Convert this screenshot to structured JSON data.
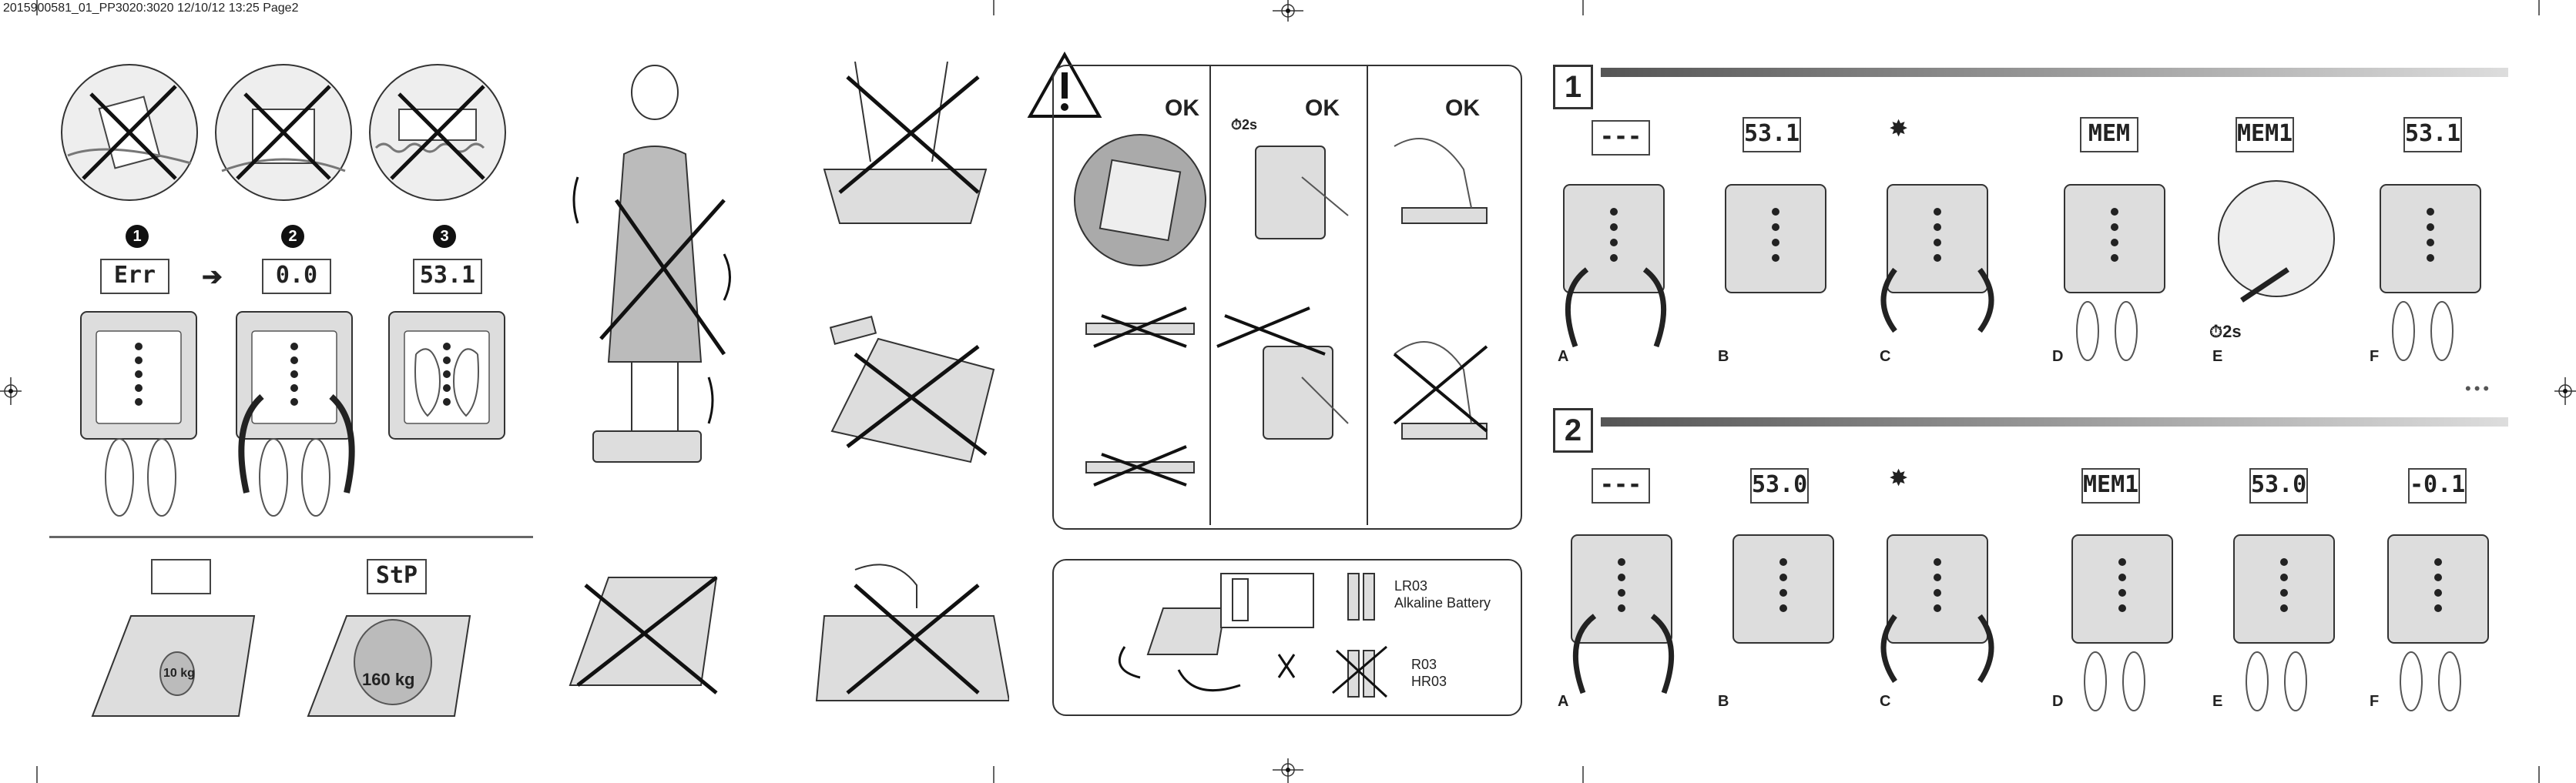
{
  "header": {
    "text": "2015900581_01_PP3020:3020  12/10/12  13:25  Page2"
  },
  "steps_left": {
    "n1": "1",
    "n2": "2",
    "n3": "3"
  },
  "displays_left": {
    "err": "Err",
    "zero": "0.0",
    "w531": "53.1"
  },
  "calib": {
    "blank": "",
    "stp": "StP",
    "w10": "10 kg",
    "w160": "160 kg"
  },
  "panel_ok": {
    "ok1": "OK",
    "ok2": "OK",
    "ok3": "OK",
    "timer": "2s"
  },
  "battery": {
    "lr03": "LR03",
    "alkaline": "Alkaline Battery",
    "r03": "R03",
    "hr03": "HR03"
  },
  "section1": {
    "number": "1",
    "displays": [
      "---",
      "53.1",
      "",
      "MEM",
      "MEM1",
      "53.1"
    ],
    "letters": [
      "A",
      "B",
      "C",
      "D",
      "E",
      "F"
    ],
    "timer": "2s",
    "more": "•••"
  },
  "section2": {
    "number": "2",
    "displays": [
      "---",
      "53.0",
      "",
      "MEM1",
      "53.0",
      "-0.1"
    ],
    "letters": [
      "A",
      "B",
      "C",
      "D",
      "E",
      "F"
    ]
  }
}
